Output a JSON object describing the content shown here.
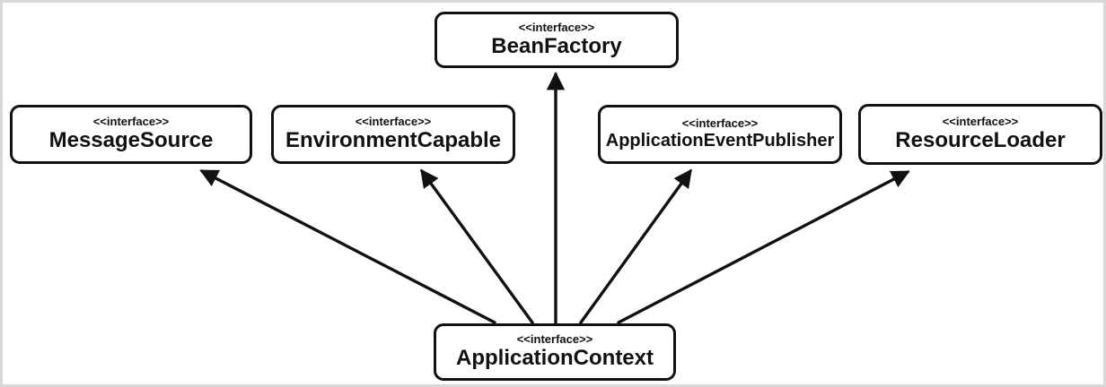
{
  "diagram": {
    "type": "uml-class-diagram",
    "colors": {
      "line": "#111111",
      "box_border": "#111111",
      "background": "#ffffff",
      "frame_border": "#d9d9d9",
      "text": "#111111"
    },
    "nodes": {
      "bean_factory": {
        "stereotype": "<<interface>>",
        "name": "BeanFactory"
      },
      "message_source": {
        "stereotype": "<<interface>>",
        "name": "MessageSource"
      },
      "environment_capable": {
        "stereotype": "<<interface>>",
        "name": "EnvironmentCapable"
      },
      "application_event_publisher": {
        "stereotype": "<<interface>>",
        "name": "ApplicationEventPublisher"
      },
      "resource_loader": {
        "stereotype": "<<interface>>",
        "name": "ResourceLoader"
      },
      "application_context": {
        "stereotype": "<<interface>>",
        "name": "ApplicationContext"
      }
    },
    "edges": [
      {
        "from": "ApplicationContext",
        "to": "MessageSource",
        "relation": "extends"
      },
      {
        "from": "ApplicationContext",
        "to": "EnvironmentCapable",
        "relation": "extends"
      },
      {
        "from": "ApplicationContext",
        "to": "BeanFactory",
        "relation": "extends"
      },
      {
        "from": "ApplicationContext",
        "to": "ApplicationEventPublisher",
        "relation": "extends"
      },
      {
        "from": "ApplicationContext",
        "to": "ResourceLoader",
        "relation": "extends"
      }
    ]
  }
}
